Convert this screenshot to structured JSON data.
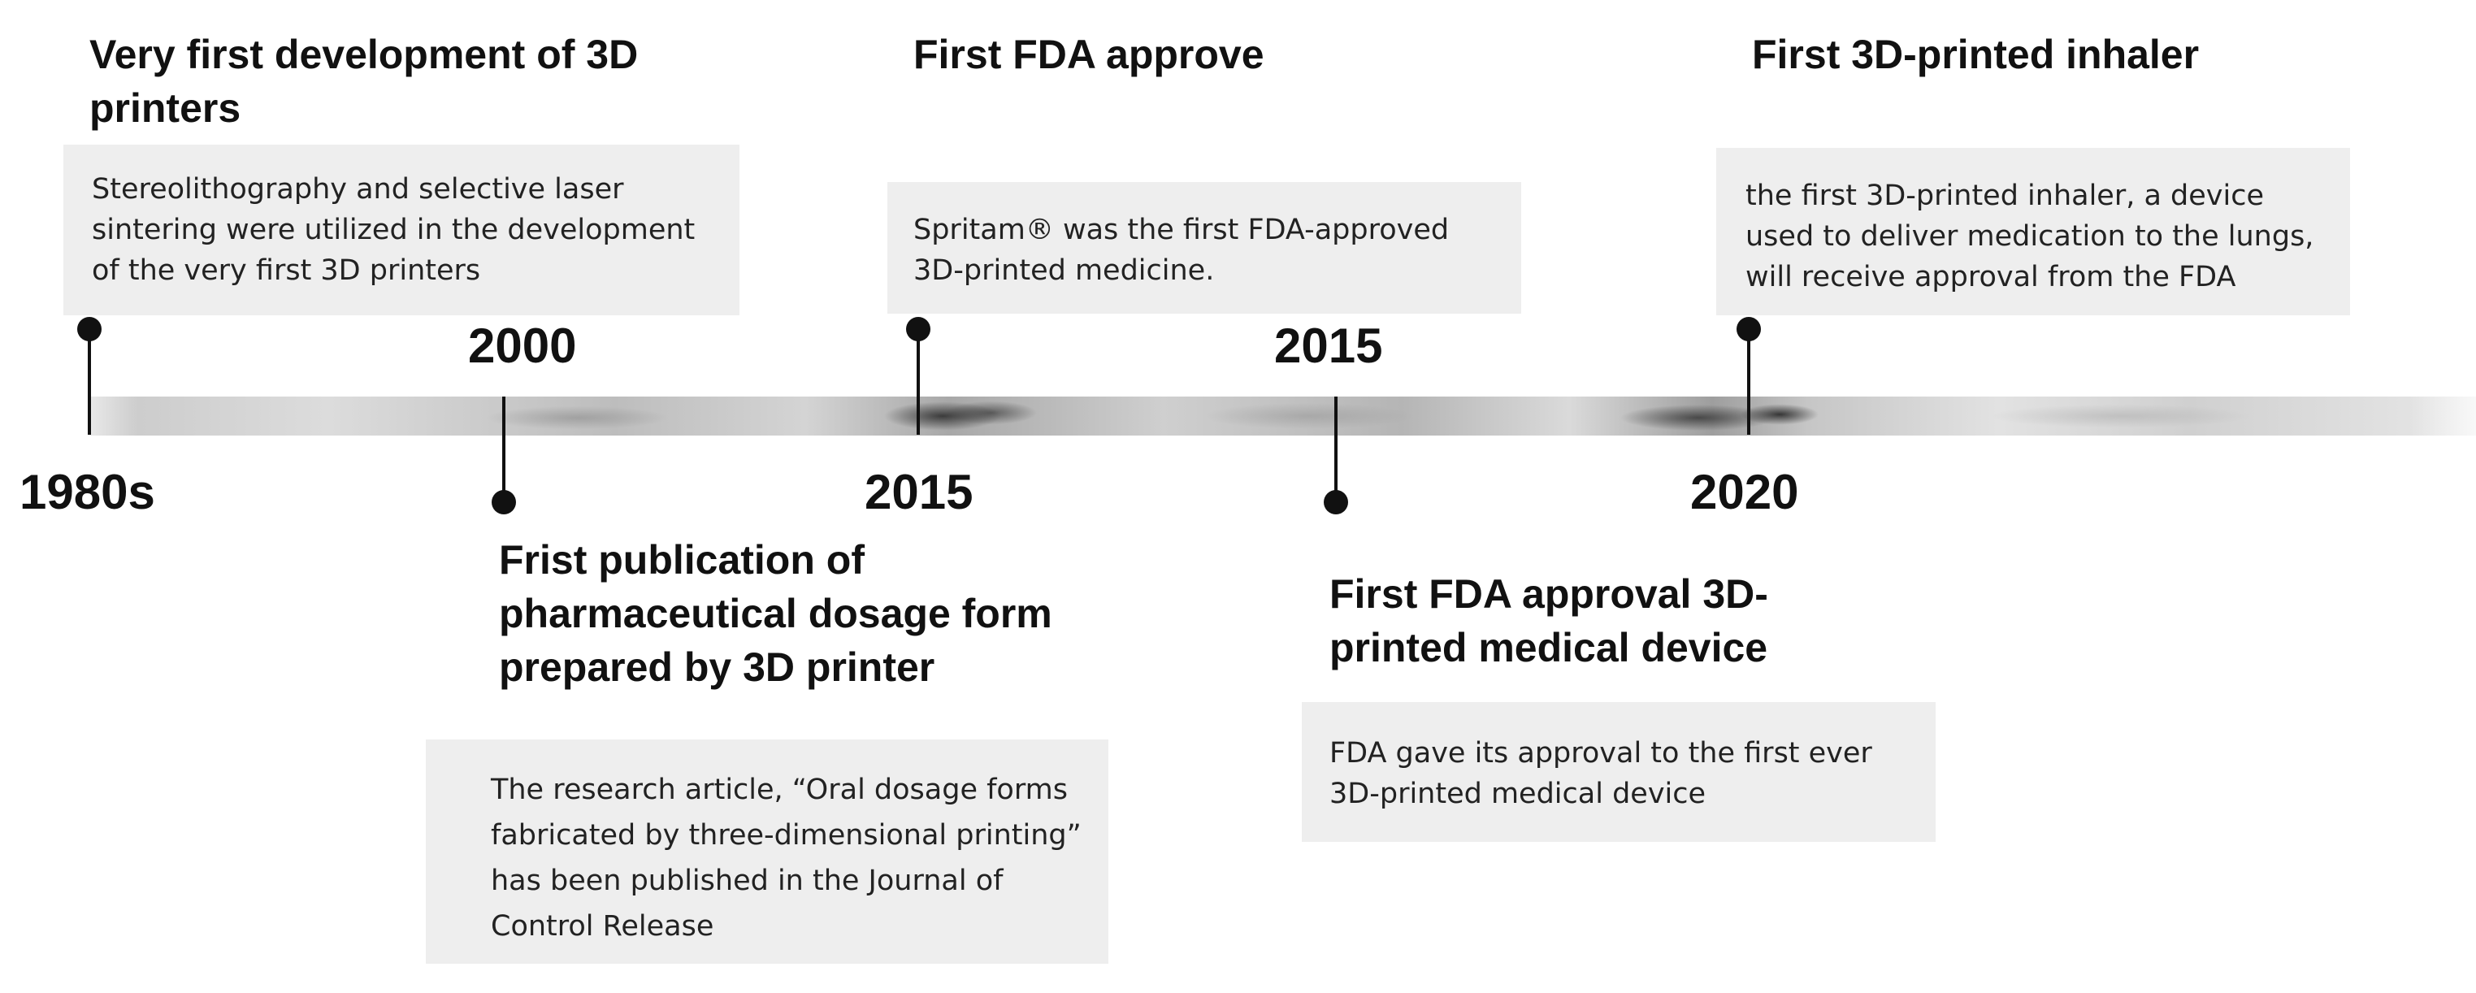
{
  "events": [
    {
      "year": "1980s",
      "title": "Very first development of 3D printers",
      "description": "Stereolithography and selective laser sintering were utilized in the development of the very first 3D printers"
    },
    {
      "year": "2000",
      "title": "Frist publication of pharmaceutical dosage form prepared by 3D printer",
      "description": "The research article, “Oral dosage forms fabricated by three-dimensional printing” has been published in the Journal of Control Release"
    },
    {
      "year": "2015",
      "title": "First FDA approve",
      "description": "Spritam® was the first FDA-approved 3D-printed medicine."
    },
    {
      "year": "2015",
      "title": "First FDA approval 3D-printed medical device",
      "description": "FDA gave its approval to the first ever 3D-printed medical device"
    },
    {
      "year": "2020",
      "title": "First 3D-printed inhaler",
      "description": "the first 3D-printed inhaler, a device used to deliver medication to the lungs, will receive approval from the FDA"
    }
  ]
}
